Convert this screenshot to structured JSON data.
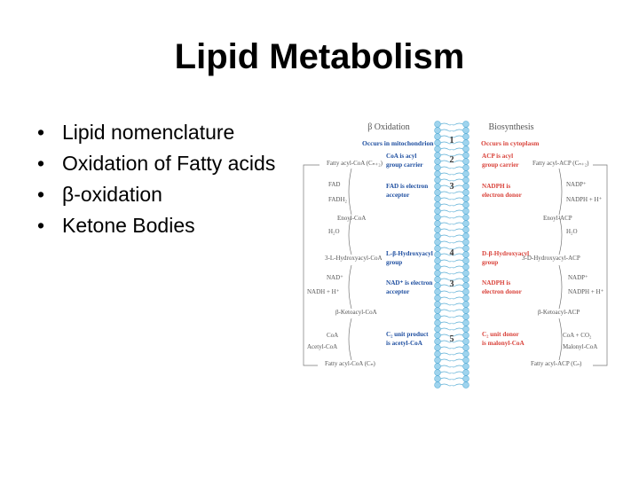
{
  "slide": {
    "title": "Lipid Metabolism",
    "bullets": [
      {
        "text": "Lipid nomenclature"
      },
      {
        "text": "Oxidation of Fatty acids"
      },
      {
        "text": "β-oxidation"
      },
      {
        "text": "Ketone Bodies"
      }
    ],
    "bullet_glyph": "•"
  },
  "figure": {
    "left_title": "β Oxidation",
    "right_title": "Biosynthesis",
    "left_location": "Occurs in mitochondrion",
    "right_location": "Occurs in cytoplasm",
    "steps": [
      "1",
      "2",
      "3",
      "4",
      "3",
      "5"
    ],
    "left_notes": [
      [
        "CoA is acyl",
        "group carrier"
      ],
      [
        "FAD is electron",
        "acceptor"
      ],
      [
        "L-β-Hydroxyacyl",
        "group"
      ],
      [
        "NAD⁺ is electron",
        "acceptor"
      ],
      [
        "C₂ unit product",
        "is acetyl-CoA"
      ]
    ],
    "right_notes": [
      [
        "ACP is acyl",
        "group carrier"
      ],
      [
        "NADPH is",
        "electron donor"
      ],
      [
        "D-β-Hydroxyacyl",
        "group"
      ],
      [
        "NADPH is",
        "electron donor"
      ],
      [
        "C₂ unit donor",
        "is malonyl-CoA"
      ]
    ],
    "left_chain": [
      "Fatty acyl-CoA (Cₙ₊₂)",
      "FAD",
      "FADH₂",
      "Enoyl-CoA",
      "H₂O",
      "3-L-Hydroxyacyl-CoA",
      "NAD⁺",
      "NADH + H⁺",
      "β-Ketoacyl-CoA",
      "CoA",
      "Acetyl-CoA",
      "Fatty acyl-CoA (Cₙ)"
    ],
    "right_chain": [
      "Fatty acyl-ACP (Cₙ₊₂)",
      "NADP⁺",
      "NADPH + H⁺",
      "Enoyl-ACP",
      "H₂O",
      "3-D-Hydroxyacyl-ACP",
      "NADP⁺",
      "NADPH + H⁺",
      "β-Ketoacyl-ACP",
      "CoA + CO₂",
      "Malonyl-CoA",
      "Fatty acyl-ACP (Cₙ)"
    ],
    "colors": {
      "blue": "#1f4fa0",
      "red": "#d9423a",
      "membrane": "#9fd4ee",
      "membrane_edge": "#5aaed6",
      "gray": "#555555"
    }
  }
}
